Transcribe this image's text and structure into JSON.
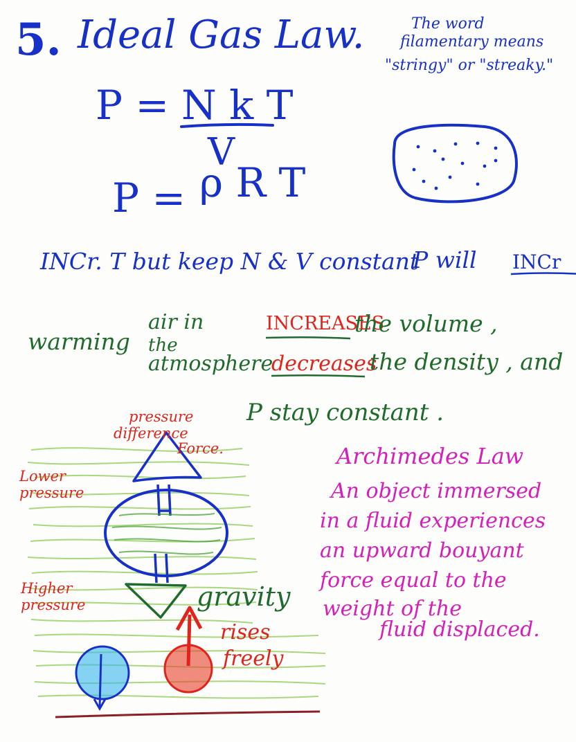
{
  "colors": {
    "paper": "#fdfdfb",
    "blue_ink": "#1730c8",
    "green_ink": "#1f6b2c",
    "red_ink": "#e0241b",
    "magenta_ink": "#d41fb8",
    "crayon_green": "#9bd16a",
    "crayon_blue": "#35b6ec",
    "crayon_red": "#e8412c",
    "brown_line": "#8a1f24"
  },
  "heading": {
    "number": "5.",
    "title": "Ideal Gas Law."
  },
  "side_note": {
    "lines": [
      "The word",
      "filamentary means",
      "\"stringy\" or \"streaky.\""
    ]
  },
  "equations": {
    "eq1_lhs": "P =",
    "eq1_numerator": "N k T",
    "eq1_denominator": "V",
    "eq2": "P =",
    "eq2_rhs": "ρ R T"
  },
  "statement": {
    "text": "INCr. T but keep N & V constant",
    "result_prefix": "P will",
    "result_emph": "INCr"
  },
  "warming": {
    "lead": "warming",
    "subject_lines": [
      "air in",
      "the",
      "atmosphere"
    ],
    "row1_emph": "INCREASES",
    "row1_rest": "the volume ,",
    "row2_emph": "decreases",
    "row2_rest": "the density , and",
    "row3": "P stay constant ."
  },
  "diagram": {
    "force_label_lines": [
      "pressure",
      "difference",
      "Force."
    ],
    "lower_label_lines": [
      "Lower",
      "pressure"
    ],
    "higher_label_lines": [
      "Higher",
      "pressure"
    ],
    "gravity_label": "gravity",
    "rises_label_lines": [
      "rises",
      "freely"
    ]
  },
  "archimedes": {
    "title": "Archimedes Law",
    "lines": [
      "An object immersed",
      "in a fluid experiences",
      "an upward bouyant",
      "force equal to the",
      "weight of the",
      "fluid displaced."
    ]
  }
}
